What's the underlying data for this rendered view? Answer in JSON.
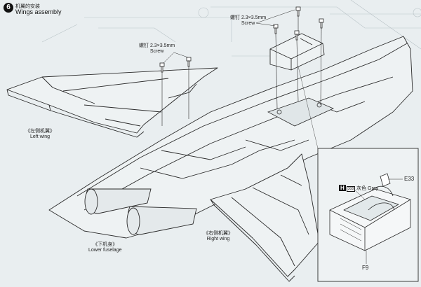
{
  "step": {
    "number": "6",
    "title_cn": "机翼的安装",
    "title_en": "Wings assembly"
  },
  "labels": {
    "screw_left_cn": "螺钉 2.3×3.5mm",
    "screw_left_en": "Screw",
    "screw_top_cn": "螺钉 2.3×3.5mm",
    "screw_top_en": "Screw",
    "left_wing_cn": "《左侧机翼》",
    "left_wing_en": "Left wing",
    "right_wing_cn": "《右侧机翼》",
    "right_wing_en": "Right wing",
    "lower_fuselage_cn": "《下机身》",
    "lower_fuselage_en": "Lower fuselage"
  },
  "inset": {
    "part_e33": "E33",
    "part_f9": "F9",
    "color_code": "H",
    "color_swatch_code": "308",
    "color_cn": "灰色",
    "color_en": "Gray"
  },
  "colors": {
    "line": "#2a2a2a",
    "faint_line": "#b8c2c6",
    "paper": "#e9eef0",
    "badge": "#111111"
  }
}
